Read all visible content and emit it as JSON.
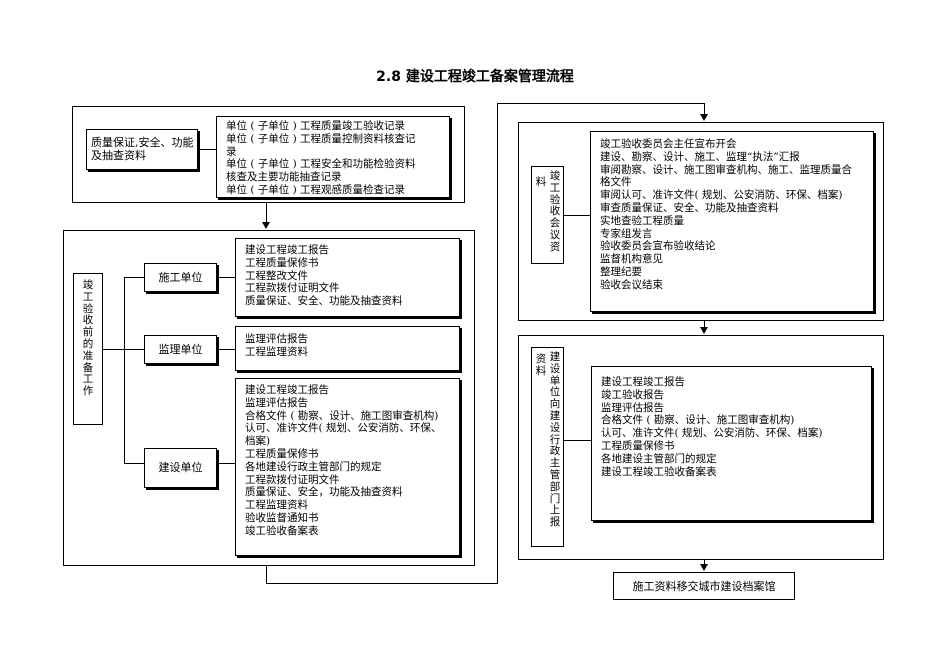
{
  "title": "2.8    建设工程竣工备案管理流程",
  "top_section": {
    "label": "质量保证,安全、功能及抽查资料",
    "lines": [
      "单位 ( 子单位 ) 工程质量竣工验收记录",
      "单位 ( 子单位 ) 工程质量控制资料核查记",
      "录",
      "单位 ( 子单位 ) 工程安全和功能检验资料",
      "核查及主要功能抽查记录",
      "单位 ( 子单位 ) 工程观感质量检查记录"
    ]
  },
  "prep_section": {
    "label": "竣工验收前的准备工作",
    "units": [
      {
        "name": "施工单位",
        "items": [
          "建设工程竣工报告",
          "工程质量保修书",
          "工程整改文件",
          "工程款拨付证明文件",
          "质量保证、安全、功能及抽查资料"
        ]
      },
      {
        "name": "监理单位",
        "items": [
          "监理评估报告",
          "工程监理资料"
        ]
      },
      {
        "name": "建设单位",
        "items": [
          "建设工程竣工报告",
          "监理评估报告",
          "合格文件 ( 勘察、设计、施工图审查机构)",
          "认可、准许文件( 规划、公安消防、环保、",
          "档案)",
          "工程质量保修书",
          "各地建设行政主管部门的规定",
          "工程款拨付证明文件",
          "质量保证、安全，功能及抽查资料",
          "工程监理资料",
          "验收监督通知书",
          "竣工验收备案表"
        ]
      }
    ]
  },
  "meeting_section": {
    "label_left": "料",
    "label_right": "竣工验收会议资",
    "items": [
      "竣工验收委员会主任宣布开会",
      "建设、勘察、设计、施工、监理“执法”汇报",
      "审阅勘察、设计、施工图审查机构、施工、监理质量合",
      "格文件",
      "审阅认可、准许文件( 规划、公安消防、环保、档案)",
      "审查质量保证、安全、功能及抽查资料",
      "实地查验工程质量",
      "专家组发言",
      "验收委员会宣布验收结论",
      "监督机构意见",
      "整理纪要",
      "验收会议结束"
    ]
  },
  "report_section": {
    "label_left": "资料",
    "label_right": "建设单位向建设行政主管部门上报",
    "items": [
      "建设工程竣工报告",
      "竣工验收报告",
      "监理评估报告",
      "合格文件 ( 勘察、设计、施工图审查机构)",
      "认可、准许文件( 规划、公安消防、环保、档案)",
      "工程质量保修书",
      "各地建设主管部门的规定",
      "建设工程竣工验收备案表"
    ]
  },
  "archive": "施工资料移交城市建设档案馆"
}
